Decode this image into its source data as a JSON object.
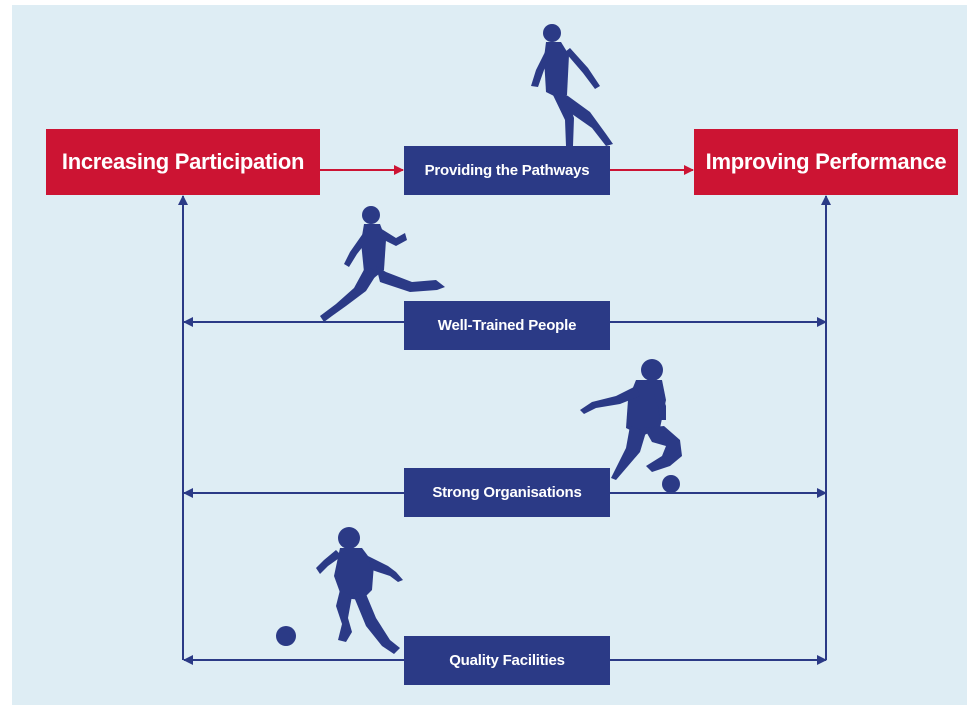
{
  "nodes": {
    "increasing_participation": "Increasing Participation",
    "providing_pathways": "Providing the Pathways",
    "improving_performance": "Improving Performance",
    "well_trained_people": "Well-Trained People",
    "strong_organisations": "Strong Organisations",
    "quality_facilities": "Quality Facilities"
  },
  "colors": {
    "background": "#deedf4",
    "outcome_box": "#cc1433",
    "foundation_box": "#2b3a86",
    "flow_arrow": "#cc1433",
    "support_arrow": "#2b3a86"
  },
  "icons": [
    "player-standing-icon",
    "player-kicking-icon",
    "player-dribbling-icon",
    "player-running-icon",
    "ball-icon"
  ]
}
